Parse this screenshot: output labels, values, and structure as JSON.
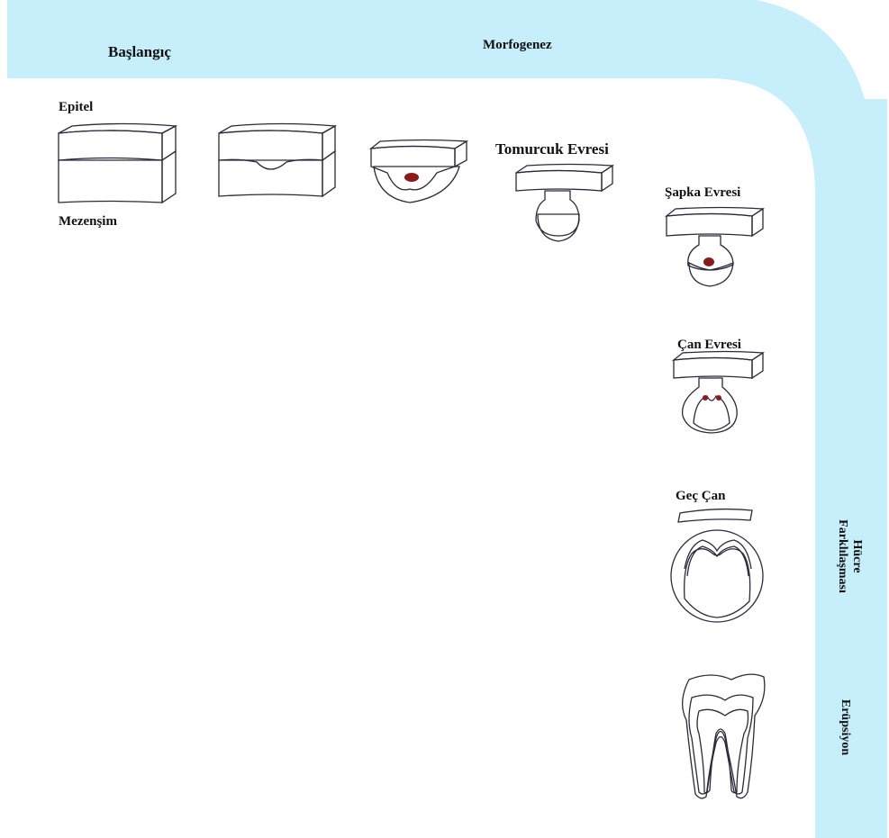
{
  "header": {
    "left_label": "Başlangıç",
    "center_label": "Morfogenez"
  },
  "side": {
    "differentiation_line1": "Hücre",
    "differentiation_line2": "Farklılaşması",
    "eruption": "Erüpsiyon"
  },
  "labels": {
    "epithelium": "Epitel",
    "mesenchyme": "Mezenşim",
    "bud_stage": "Tomurcuk Evresi",
    "cap_stage": "Şapka Evresi",
    "bell_stage": "Çan Evresi",
    "late_bell": "Geç Çan"
  },
  "colors": {
    "band": "#c6effb",
    "epithelium": "#f5b3b8",
    "mesenchyme": "#c9c9f5",
    "knot": "#8b1a1a",
    "outline": "#2a2a3a"
  }
}
